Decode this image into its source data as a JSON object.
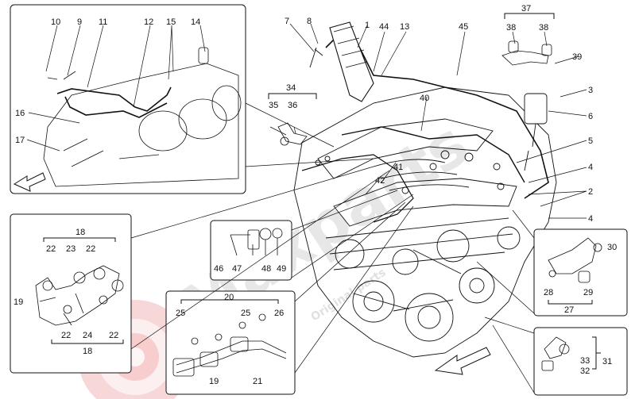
{
  "watermark": {
    "brand": "Maxparts",
    "tagline": "Original parts"
  },
  "callouts": {
    "c1": "1",
    "c2": "2",
    "c3": "3",
    "c4": "4",
    "c5": "5",
    "c6": "6",
    "c7": "7",
    "c8": "8",
    "c9": "9",
    "c10": "10",
    "c11": "11",
    "c12": "12",
    "c13": "13",
    "c14": "14",
    "c15": "15",
    "c16": "16",
    "c17": "17",
    "c18": "18",
    "c19": "19",
    "c20": "20",
    "c21": "21",
    "c22": "22",
    "c23": "23",
    "c24": "24",
    "c25": "25",
    "c26": "26",
    "c27": "27",
    "c28": "28",
    "c29": "29",
    "c30": "30",
    "c31": "31",
    "c32": "32",
    "c33": "33",
    "c34": "34",
    "c35": "35",
    "c36": "36",
    "c37": "37",
    "c38": "38",
    "c39": "39",
    "c40": "40",
    "c41": "41",
    "c42": "42",
    "c44": "44",
    "c45": "45",
    "c46": "46",
    "c47": "47",
    "c48": "48",
    "c49": "49"
  },
  "colors": {
    "watermark_gray": "#d4d4d4",
    "watermark_red": "#e21b23",
    "line": "#111111"
  }
}
